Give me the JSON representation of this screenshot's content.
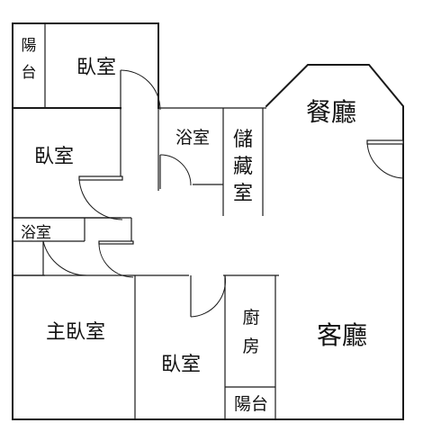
{
  "rooms": {
    "balcony_top": [
      "陽",
      "台"
    ],
    "bedroom_top": "臥室",
    "bedroom_left": "臥室",
    "bathroom_mid": "浴室",
    "storage": [
      "儲",
      "藏",
      "室"
    ],
    "dining": "餐廳",
    "bathroom_left": "浴室",
    "master_bedroom": "主臥室",
    "bedroom_bottom": "臥室",
    "kitchen": [
      "廚",
      "房"
    ],
    "living": "客廳",
    "balcony_bottom": "陽台"
  }
}
